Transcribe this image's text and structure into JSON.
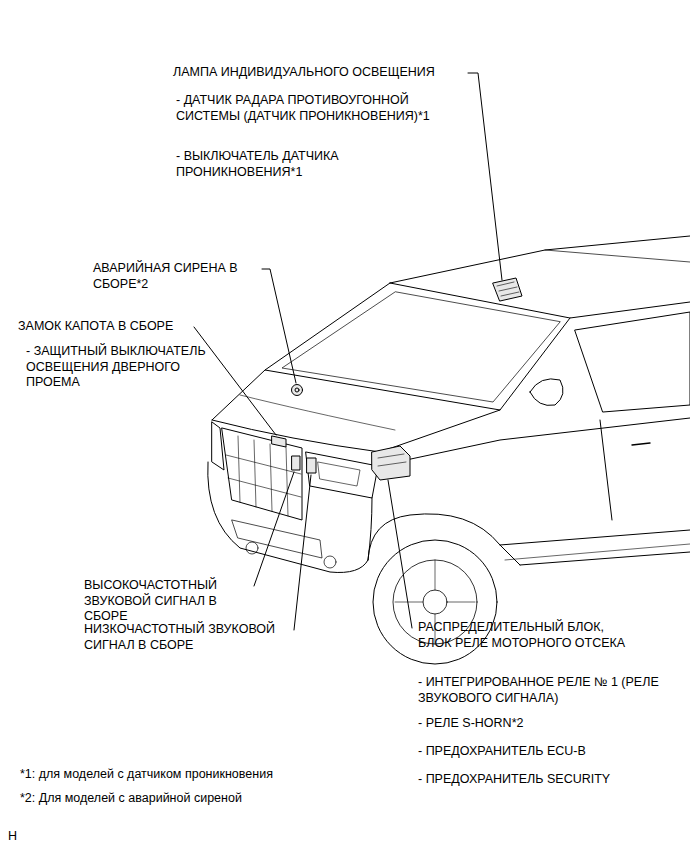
{
  "diagram": {
    "labels": [
      "ЛАМПА ИНДИВИДУАЛЬНОГО ОСВЕЩЕНИЯ",
      "- ДАТЧИК РАДАРА ПРОТИВОУГОННОЙ СИСТЕМЫ (ДАТЧИК ПРОНИКНОВЕНИЯ)*1",
      "- ВЫКЛЮЧАТЕЛЬ ДАТЧИКА ПРОНИКНОВЕНИЯ*1",
      "АВАРИЙНАЯ СИРЕНА В СБОРЕ*2",
      "ЗАМОК КАПОТА В СБОРЕ",
      "- ЗАЩИТНЫЙ ВЫКЛЮЧАТЕЛЬ ОСВЕЩЕНИЯ ДВЕРНОГО ПРОЕМА",
      "ВЫСОКОЧАСТОТНЫЙ ЗВУКОВОЙ СИГНАЛ В СБОРЕ",
      "НИЗКОЧАСТОТНЫЙ ЗВУКОВОЙ СИГНАЛ В СБОРЕ",
      "РАСПРЕДЕЛИТЕЛЬНЫЙ БЛОК, БЛОК РЕЛЕ МОТОРНОГО ОТСЕКА",
      "- ИНТЕГРИРОВАННОЕ РЕЛЕ № 1 (РЕЛЕ ЗВУКОВОГО СИГНАЛА)",
      "- РЕЛЕ S-HORN*2",
      "- ПРЕДОХРАНИТЕЛЬ ECU-B",
      "- ПРЕДОХРАНИТЕЛЬ SECURITY",
      "*1: для моделей с датчиком проникновения",
      "*2: Для моделей с аварийной сиреной",
      "H"
    ]
  }
}
